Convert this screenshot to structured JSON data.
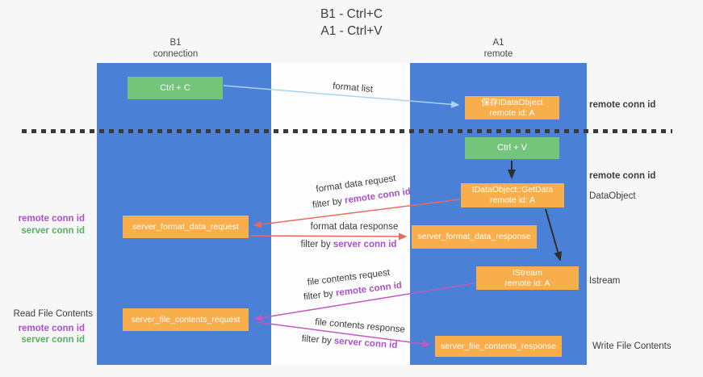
{
  "title": {
    "line1": "B1 - Ctrl+C",
    "line2": "A1 - Ctrl+V"
  },
  "lifelines": {
    "left": {
      "name": "B1",
      "role": "connection"
    },
    "right": {
      "name": "A1",
      "role": "remote"
    }
  },
  "nodes": {
    "ctrl_c": {
      "label": "Ctrl + C"
    },
    "save_idataobject": {
      "line1": "保存IDataObject",
      "line2": "remote id: A"
    },
    "ctrl_v": {
      "label": "Ctrl + V"
    },
    "getdata": {
      "line1": "IDataObject::GetData",
      "line2": "remote id: A"
    },
    "istream": {
      "line1": "IStream",
      "line2": "remote id: A"
    },
    "server_format_data_request": {
      "label": "server_format_data_request"
    },
    "server_format_data_response": {
      "label": "server_format_data_response"
    },
    "server_file_contents_request": {
      "label": "server_file_contents_request"
    },
    "server_file_contents_response": {
      "label": "server_file_contents_response"
    }
  },
  "flow_labels": {
    "format_list": "format list",
    "format_data_request": "format data request",
    "format_data_response": "format data response",
    "file_contents_request": "file contents request",
    "file_contents_response": "file contents response",
    "filter_by": "filter by",
    "remote_conn_id": "remote conn id",
    "server_conn_id": "server conn id"
  },
  "side_labels": {
    "right_remote_conn_id_top": "remote conn id",
    "right_remote_conn_id_mid": "remote conn id",
    "dataobject": "DataObject",
    "istream": "Istream",
    "write_file_contents": "Write File Contents",
    "left_remote_conn_id_1": "remote conn id",
    "left_server_conn_id_1": "server conn id",
    "read_file_contents": "Read File Contents",
    "left_remote_conn_id_2": "remote conn id",
    "left_server_conn_id_2": "server conn id"
  },
  "colors": {
    "column_blue": "#4a80d5",
    "box_green": "#74c47c",
    "box_orange": "#f9ae4c",
    "arrow_light_blue": "#a9d3f2",
    "arrow_red": "#ea6a5f",
    "arrow_magenta": "#c158c5",
    "arrow_black": "#2e2e2e",
    "text_purple": "#ab50c8",
    "text_green": "#56b25f"
  }
}
